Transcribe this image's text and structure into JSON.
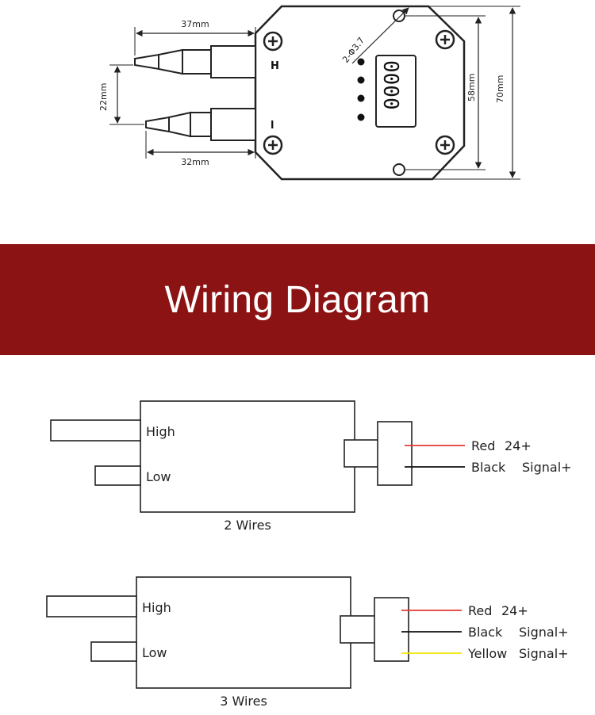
{
  "dimensions": {
    "width_top": "37mm",
    "width_bottom": "32mm",
    "port_spacing": "22mm",
    "hole_spacing": "58mm",
    "total_height": "70mm",
    "hole_callout": "2-Φ3.7"
  },
  "ports": {
    "high": "H",
    "low": "l"
  },
  "display": {
    "digits": "0000"
  },
  "banner": {
    "title": "Wiring Diagram"
  },
  "diagram_2wire": {
    "high_label": "High",
    "low_label": "Low",
    "caption": "2 Wires",
    "wires": [
      {
        "color_name": "Red",
        "signal": "24+",
        "color": "#e53935"
      },
      {
        "color_name": "Black",
        "signal": "Signal+",
        "color": "#111111"
      }
    ]
  },
  "diagram_3wire": {
    "high_label": "High",
    "low_label": "Low",
    "caption": "3 Wires",
    "wires": [
      {
        "color_name": "Red",
        "signal": "24+",
        "color": "#e53935"
      },
      {
        "color_name": "Black",
        "signal": "Signal+",
        "color": "#111111"
      },
      {
        "color_name": "Yellow",
        "signal": "Signal+",
        "color": "#f2e600"
      }
    ]
  },
  "colors": {
    "banner": "#8b1313",
    "line": "#222222"
  }
}
